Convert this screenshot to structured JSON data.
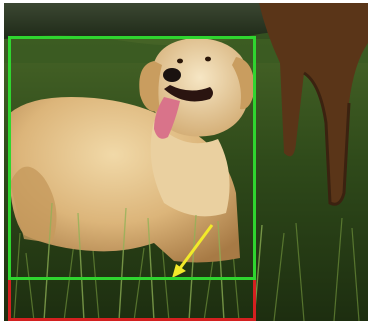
{
  "image": {
    "subject": "golden-retriever-dog-in-grass",
    "background_animal": "horse-legs"
  },
  "annotations": {
    "green_box": {
      "color": "#2fd52f"
    },
    "red_box": {
      "color": "#d42020"
    },
    "arrow": {
      "color": "#f2ea2a",
      "direction": "down-left"
    }
  }
}
